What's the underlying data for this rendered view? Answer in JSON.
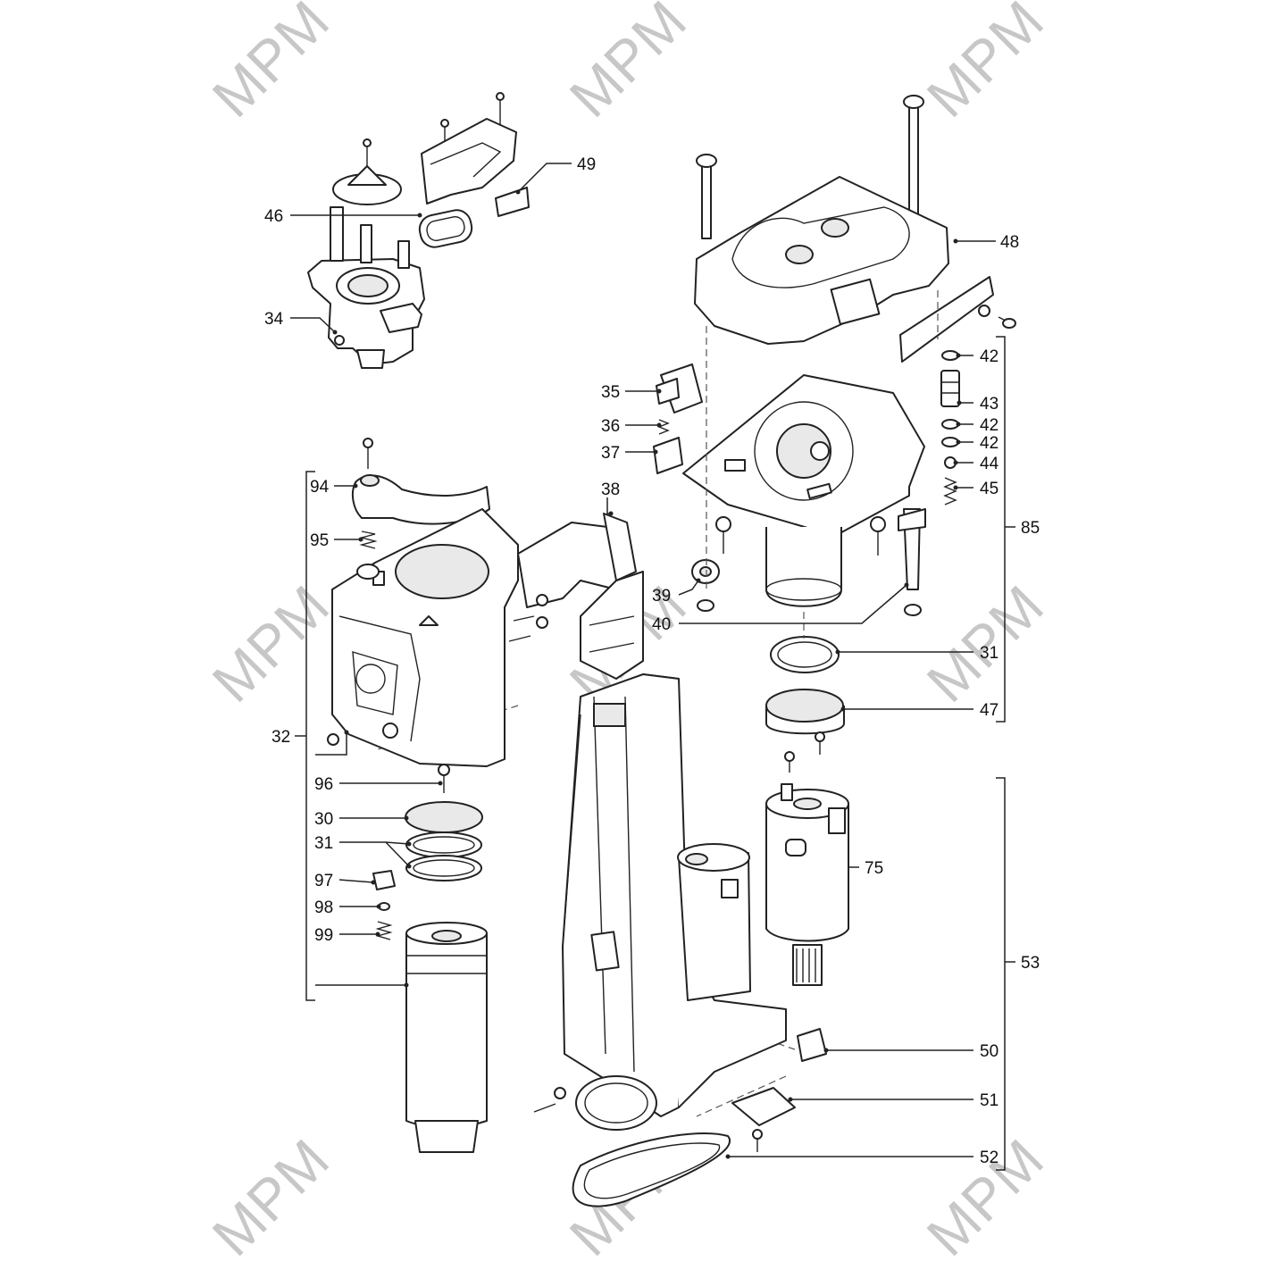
{
  "watermark": "MPM",
  "callouts": {
    "c49": "49",
    "c46": "46",
    "c34": "34",
    "c48": "48",
    "c42a": "42",
    "c43": "43",
    "c42b": "42",
    "c42c": "42",
    "c44": "44",
    "c45": "45",
    "c85": "85",
    "c35": "35",
    "c36": "36",
    "c37": "37",
    "c38": "38",
    "c39": "39",
    "c40": "40",
    "c31a": "31",
    "c47": "47",
    "c94": "94",
    "c95": "95",
    "c32": "32",
    "c96": "96",
    "c30": "30",
    "c31b": "31",
    "c97": "97",
    "c98": "98",
    "c99": "99",
    "c75": "75",
    "c53": "53",
    "c50": "50",
    "c51": "51",
    "c52": "52"
  }
}
